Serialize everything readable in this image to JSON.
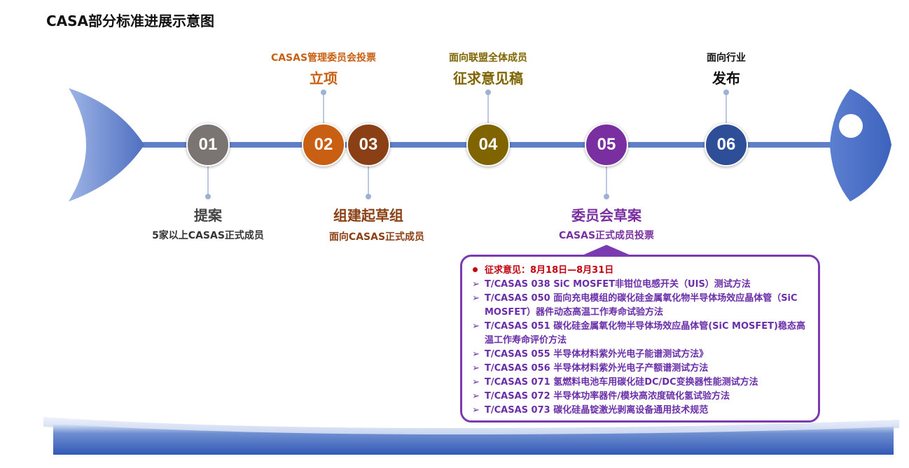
{
  "title": "CASA部分标准进展示意图",
  "colors": {
    "spine": "#5f80c8",
    "step1": "#7a7473",
    "step2": "#c85f12",
    "step3": "#8a3f14",
    "step4": "#7f6400",
    "step5": "#7a2fa0",
    "step6": "#2e4f98"
  },
  "steps": [
    {
      "num": "01",
      "name": "提案",
      "sub": "5家以上CASAS正式成员"
    },
    {
      "num": "02",
      "name": "立项",
      "sub": "CASAS管理委员会投票"
    },
    {
      "num": "03",
      "name": "组建起草组",
      "sub": "面向CASAS正式成员"
    },
    {
      "num": "04",
      "name": "征求意见稿",
      "sub": "面向联盟全体成员"
    },
    {
      "num": "05",
      "name": "委员会草案",
      "sub": "CASAS正式成员投票"
    },
    {
      "num": "06",
      "name": "发布",
      "sub": "面向行业"
    }
  ],
  "details": {
    "header": "征求意见：8月18日—8月31日",
    "items": [
      "T/CASAS 038   SiC MOSFET非钳位电感开关（UIS）测试方法",
      "T/CASAS 050   面向充电模组的碳化硅金属氧化物半导体场效应晶体管（SiC MOSFET）器件动态高温工作寿命试验方法",
      "T/CASAS 051   碳化硅金属氧化物半导体场效应晶体管(SiC MOSFET)稳态高温工作寿命评价方法",
      "T/CASAS 055   半导体材料紫外光电子能谱测试方法》",
      "T/CASAS 056   半导体材料紫外光电子产额谱测试方法",
      "T/CASAS 071   氢燃料电池车用碳化硅DC/DC变换器性能测试方法",
      "T/CASAS 072   半导体功率器件/模块高浓度硫化氢试验方法",
      "T/CASAS 073   碳化硅晶锭激光剥离设备通用技术规范"
    ]
  }
}
